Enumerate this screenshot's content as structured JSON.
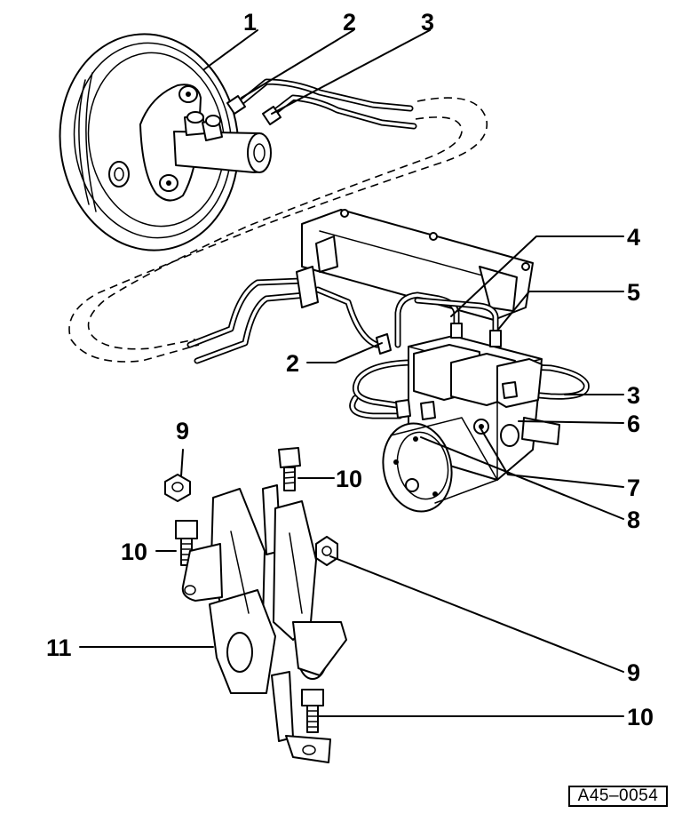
{
  "diagram": {
    "callouts": [
      {
        "id": "c1",
        "text": "1"
      },
      {
        "id": "c2a",
        "text": "2"
      },
      {
        "id": "c3a",
        "text": "3"
      },
      {
        "id": "c4",
        "text": "4"
      },
      {
        "id": "c5",
        "text": "5"
      },
      {
        "id": "c2b",
        "text": "2"
      },
      {
        "id": "c3b",
        "text": "3"
      },
      {
        "id": "c6",
        "text": "6"
      },
      {
        "id": "c7",
        "text": "7"
      },
      {
        "id": "c8",
        "text": "8"
      },
      {
        "id": "c9a",
        "text": "9"
      },
      {
        "id": "c10a",
        "text": "10"
      },
      {
        "id": "c10b",
        "text": "10"
      },
      {
        "id": "c11",
        "text": "11"
      },
      {
        "id": "c9b",
        "text": "9"
      },
      {
        "id": "c10c",
        "text": "10"
      }
    ],
    "reference_code": "A45–0054"
  }
}
